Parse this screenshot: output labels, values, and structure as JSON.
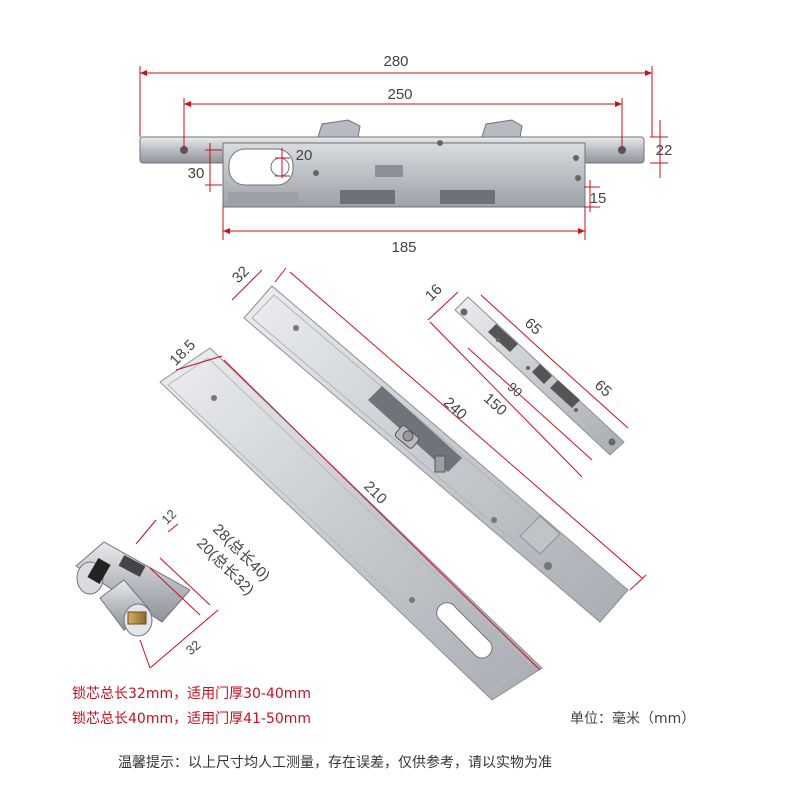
{
  "dimensions": {
    "lock_body_overall": "280",
    "lock_body_holes": "250",
    "lock_body_height": "22",
    "backset": "30",
    "cylinder_hole": "20",
    "step": "15",
    "case_length": "185",
    "plate_width": "32",
    "plate_length": "240",
    "strike_width": "16",
    "strike_hole_a": "65",
    "strike_hole_b": "65",
    "strike_length": "150",
    "strike_slot": "90",
    "handle_width": "18.5",
    "handle_length": "210",
    "cylinder_cam": "12",
    "cylinder_28": "28(总长40)",
    "cylinder_20": "20(总长32)",
    "cylinder_width": "32"
  },
  "notes": {
    "line1": "锁芯总长32mm，适用门厚30-40mm",
    "line2": "锁芯总长40mm，适用门厚41-50mm"
  },
  "unit_label": "单位：毫米（mm）",
  "tip": "温馨提示：以上尺寸均人工测量，存在误差，仅供参考，请以实物为准",
  "colors": {
    "dimension_line": "#c8101e",
    "metal": "#c9ccd1",
    "steel_dark": "#7b7f86"
  }
}
